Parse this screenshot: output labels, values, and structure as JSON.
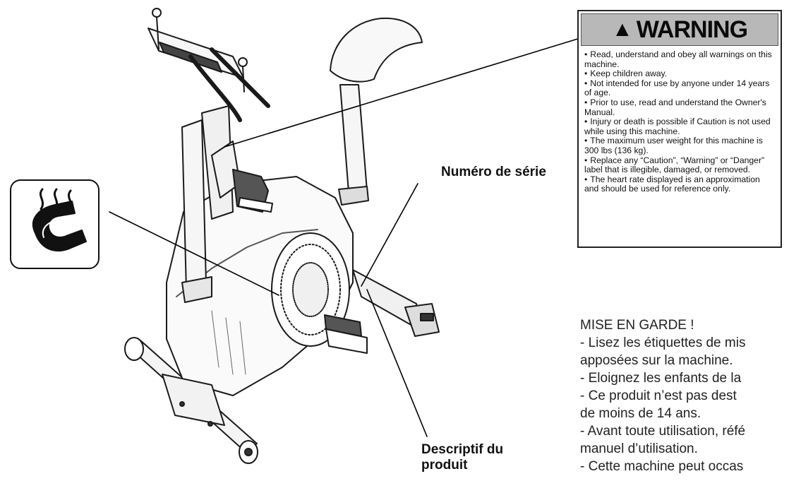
{
  "callouts": {
    "serial_number": "Numéro de série",
    "product_description": "Descriptif du produit"
  },
  "warning_label": {
    "title": "WARNING",
    "items": [
      "Read, understand and obey all warnings on this machine.",
      "Keep children away.",
      "Not intended for use by anyone under 14 years of age.",
      "Prior to use, read and understand the Owner's Manual.",
      "Injury or death is possible if Caution is not used while using this machine.",
      "The maximum user weight for this machine is 300 lbs (136 kg).",
      "Replace any “Caution”, “Warning” or “Danger” label that is illegible, damaged, or removed.",
      "The heart rate displayed is an approximation and should be used for reference only."
    ]
  },
  "french_warning": {
    "lines": [
      "MISE EN GARDE !",
      "- Lisez les étiquettes de mis",
      "apposées sur la machine.",
      "- Eloignez les enfants de la",
      "- Ce produit n’est pas dest",
      "de moins de 14 ans.",
      "- Avant toute utilisation, réfé",
      "manuel d’utilisation.",
      "- Cette machine peut occas"
    ]
  },
  "icons": {
    "magnet": "magnet-icon",
    "warning": "warning-triangle-icon"
  }
}
